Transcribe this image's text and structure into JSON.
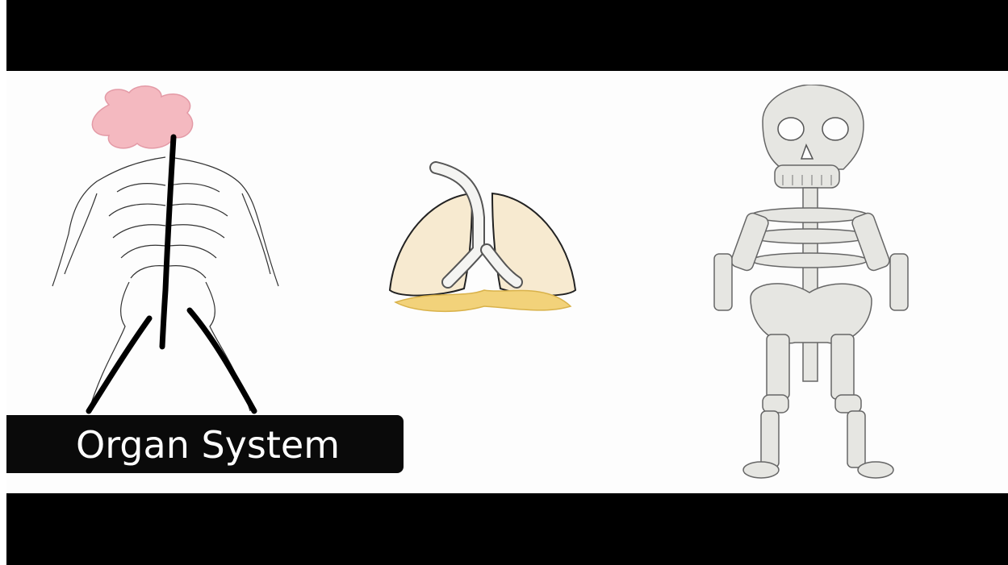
{
  "caption": {
    "text": "Organ System"
  },
  "illustrations": [
    {
      "name": "nervous-system",
      "icon": "nervous-system-icon"
    },
    {
      "name": "respiratory-system",
      "icon": "lungs-icon"
    },
    {
      "name": "skeletal-system",
      "icon": "skeleton-icon"
    }
  ],
  "colors": {
    "letterbox": "#000000",
    "brain": "#f4b9c0",
    "lung": "#f7ead0",
    "diaphragm": "#f2d27a",
    "bone": "#e6e6e2",
    "caption_bg": "#0a0a0a",
    "caption_text": "#ffffff"
  }
}
